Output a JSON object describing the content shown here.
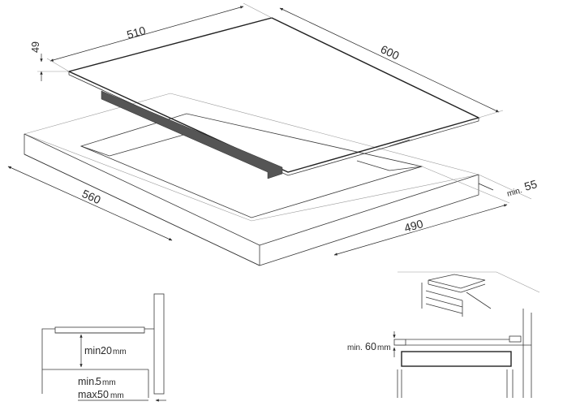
{
  "main_dims": {
    "width": "510",
    "depth": "600",
    "thickness": "49",
    "cutout_width": "560",
    "cutout_depth": "490",
    "front_gap_min": "min.",
    "front_gap_value": "55"
  },
  "section_left": {
    "min_label": "min.",
    "min_value": "20",
    "min_unit": "mm",
    "worktop_min_label": "min.",
    "worktop_min_value": "5",
    "worktop_min_unit": "mm",
    "worktop_max_label": "max.",
    "worktop_max_value": "50",
    "worktop_max_unit": "mm"
  },
  "section_right": {
    "min_label": "min.",
    "min_value": "60",
    "min_unit": "mm"
  }
}
